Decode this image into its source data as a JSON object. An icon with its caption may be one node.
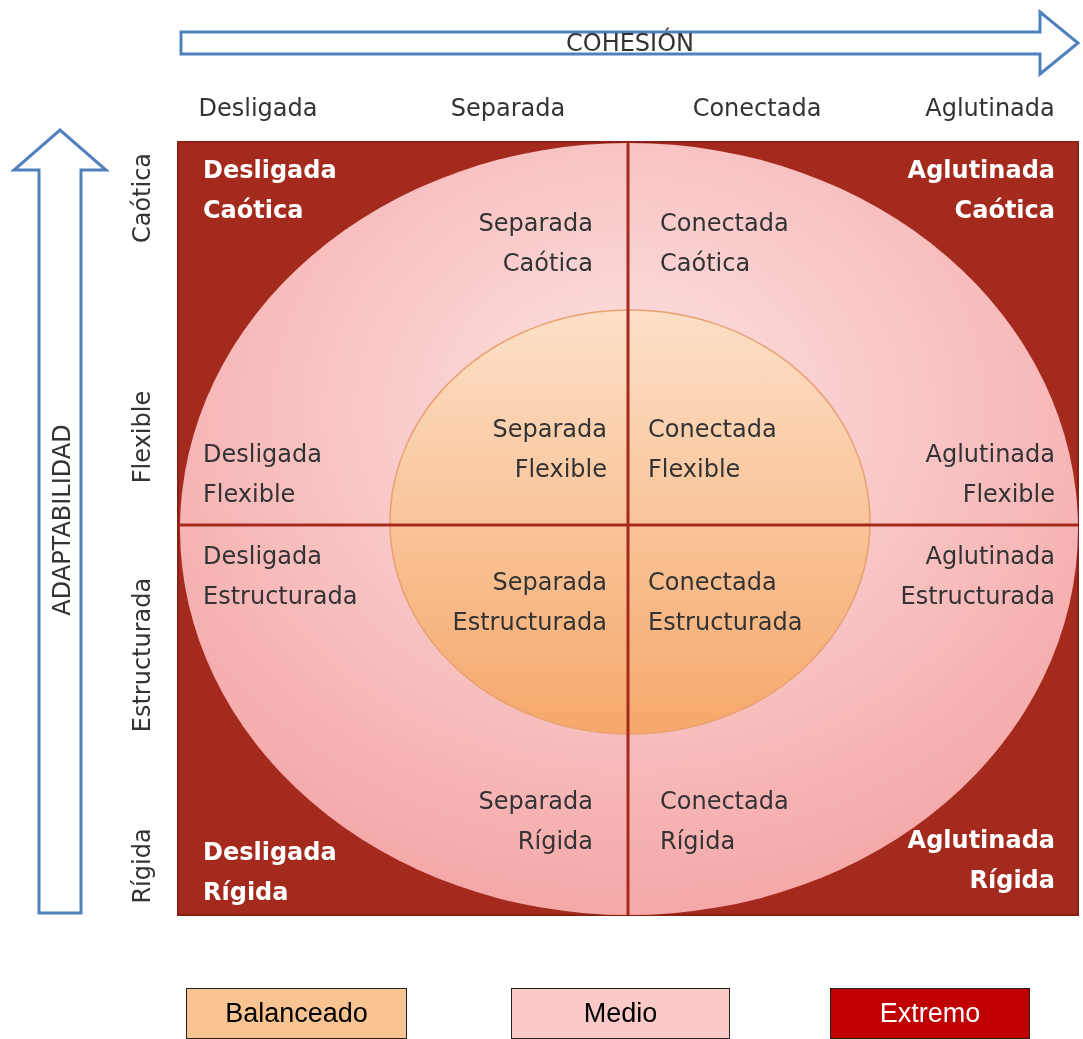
{
  "diagram": {
    "labels": [
      "COHESIÓN",
      "Desligada",
      "Separada",
      "Conectada",
      "Aglutinada",
      "ADAPTABILIDAD",
      "Caótica",
      "Flexible",
      "Estructurada",
      "Rígida",
      "Desligada Caótica",
      "Separada Caótica",
      "Conectada Caótica",
      "Aglutinada Caótica",
      "Desligada Flexible",
      "Separada Flexible",
      "Conectada Flexible",
      "Aglutinada Flexible",
      "Desligada Estructurada",
      "Separada Estructurada",
      "Conectada Estructurada",
      "Aglutinada Estructurada",
      "Desligada Rígida",
      "Separada Rígida",
      "Conectada Rígida",
      "Aglutinada Rígida"
    ],
    "legend": [
      {
        "text": "Balanceado",
        "color": "#f9c492"
      },
      {
        "text": "Medio",
        "color": "#fcc9c9"
      },
      {
        "text": "Extremo",
        "color": "#c00000"
      }
    ]
  }
}
